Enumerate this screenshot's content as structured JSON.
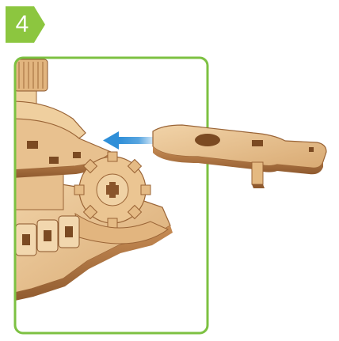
{
  "step": {
    "number": "4"
  },
  "colors": {
    "badge_fill": "#8cc63f",
    "frame_stroke": "#7dc142",
    "wood_light": "#e9c596",
    "wood_mid": "#d7a56b",
    "wood_dark": "#9a6436",
    "arrow": "#2f8fd8"
  },
  "icons": {
    "badge": "pentagon-arrow-badge",
    "direction": "arrow-left"
  }
}
